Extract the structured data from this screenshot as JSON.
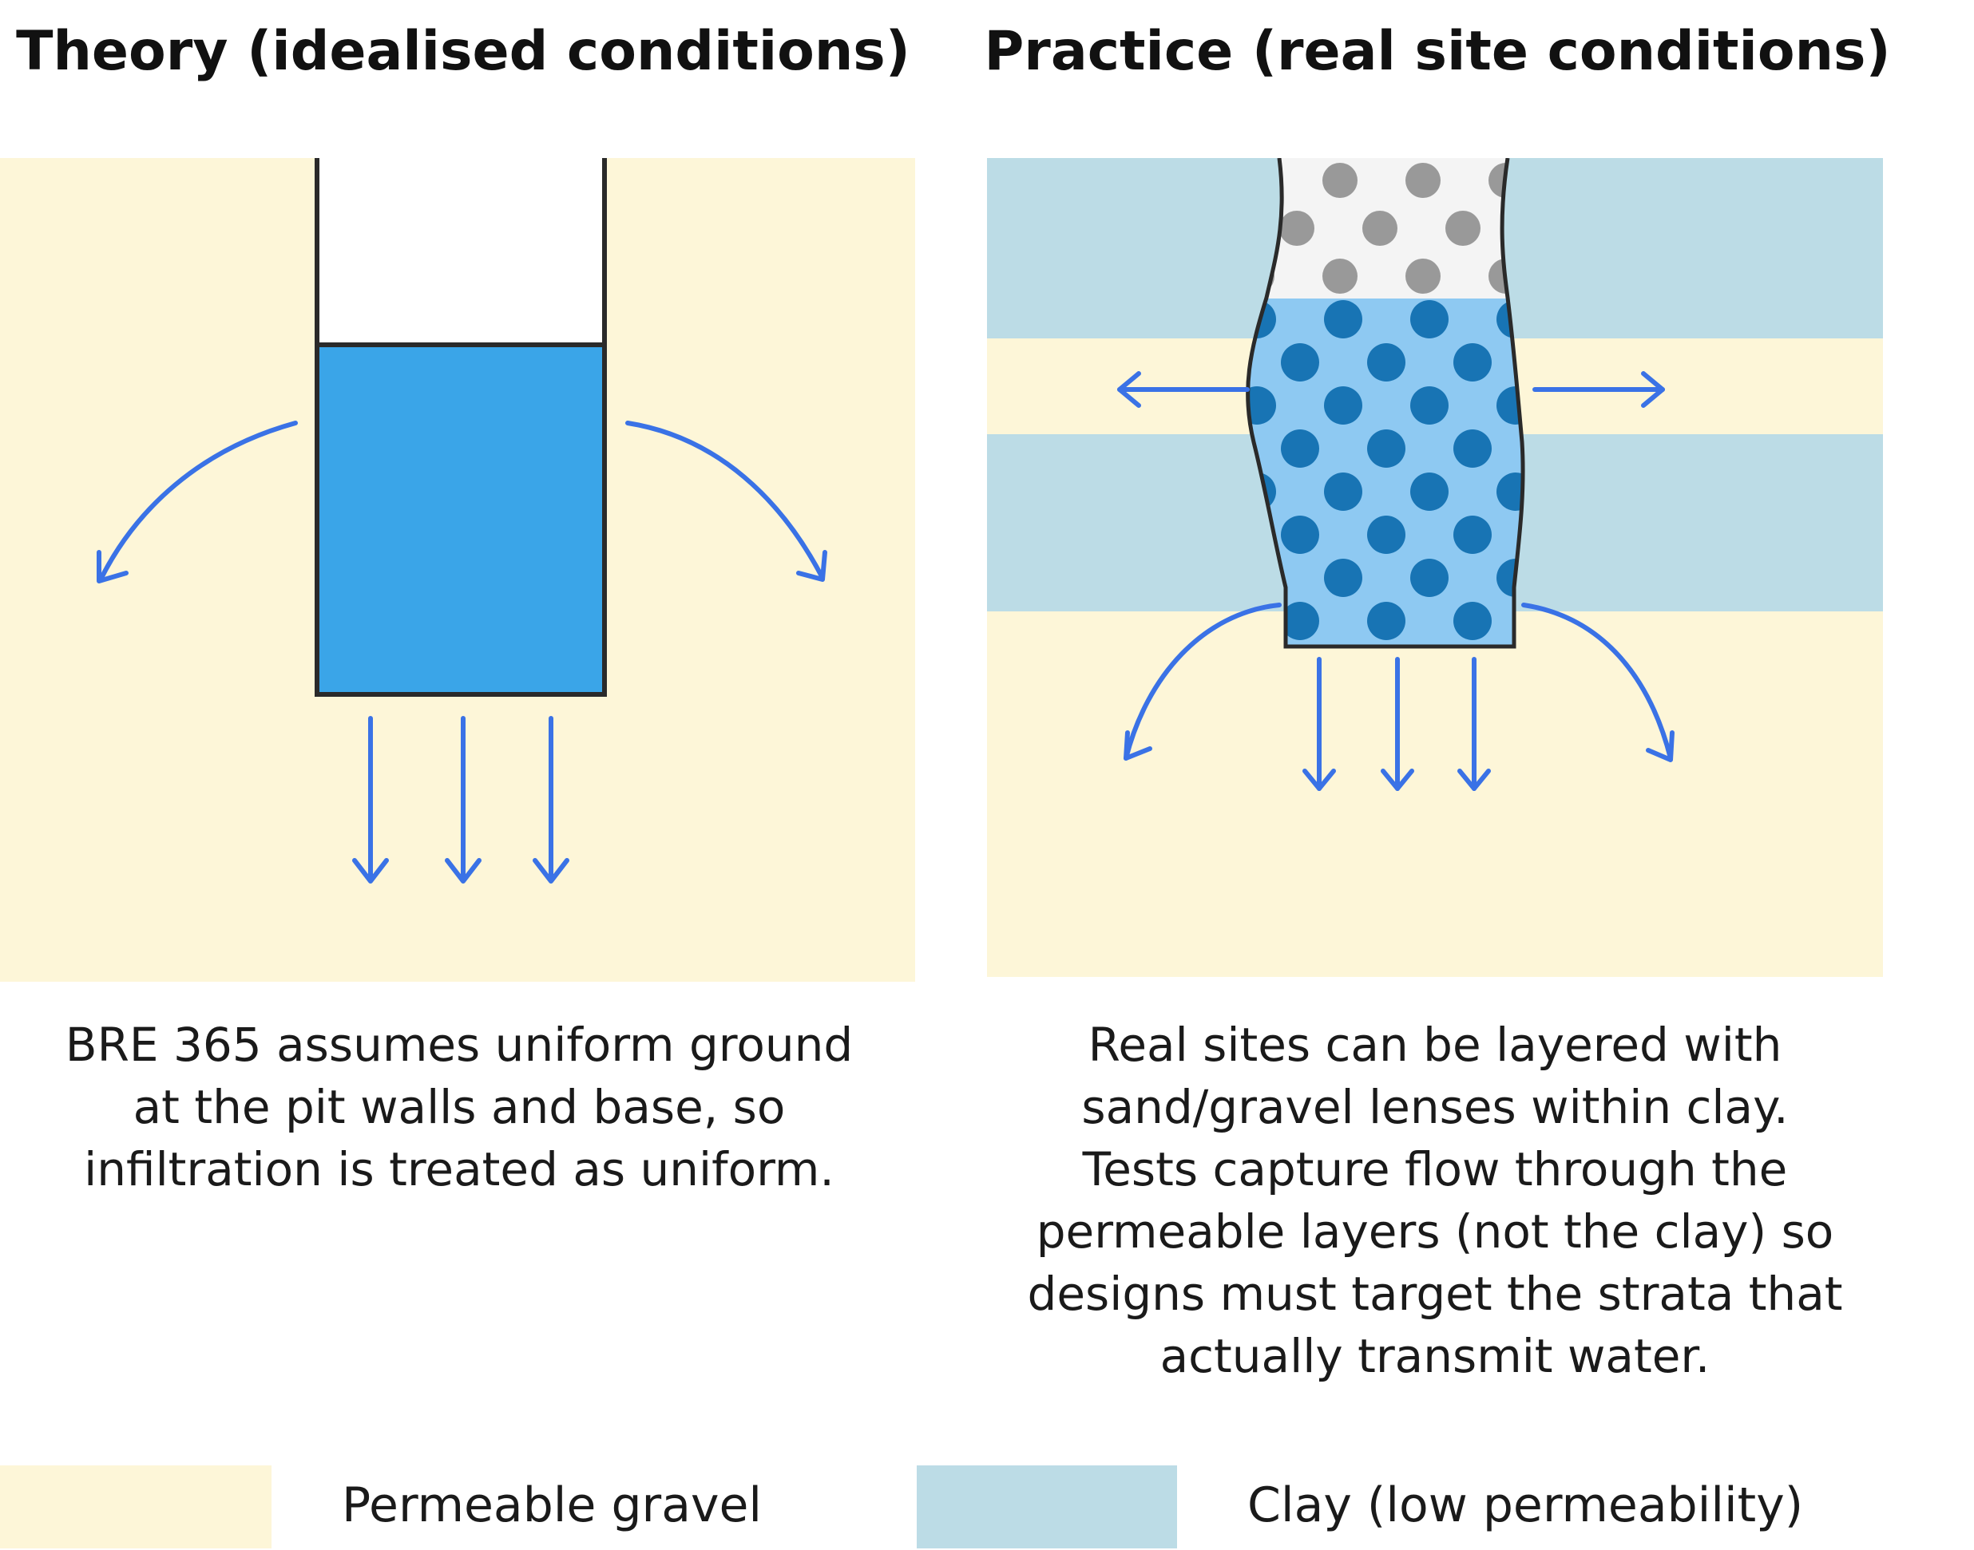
{
  "panels": {
    "theory": {
      "title": "Theory (idealised conditions)",
      "caption_lines": [
        "BRE 365 assumes uniform ground",
        "at the pit walls and base, so",
        "infiltration is treated as uniform."
      ]
    },
    "practice": {
      "title": "Practice (real site conditions)",
      "caption_lines": [
        "Real sites can be layered with",
        "sand/gravel lenses within clay.",
        "Tests capture flow through the",
        "permeable layers (not the clay) so",
        "designs must target the strata that",
        "actually transmit water."
      ]
    }
  },
  "legend": {
    "gravel_label": "Permeable gravel",
    "clay_label": "Clay (low permeability)"
  },
  "colors": {
    "gravel": "#fdf6d8",
    "clay": "#bcdce6",
    "water_theory": "#3aa5e8",
    "water_practice": "#8ec9f2",
    "water_dots": "#1874b4",
    "dry_dots": "#999999",
    "arrows": "#3a72e6"
  }
}
